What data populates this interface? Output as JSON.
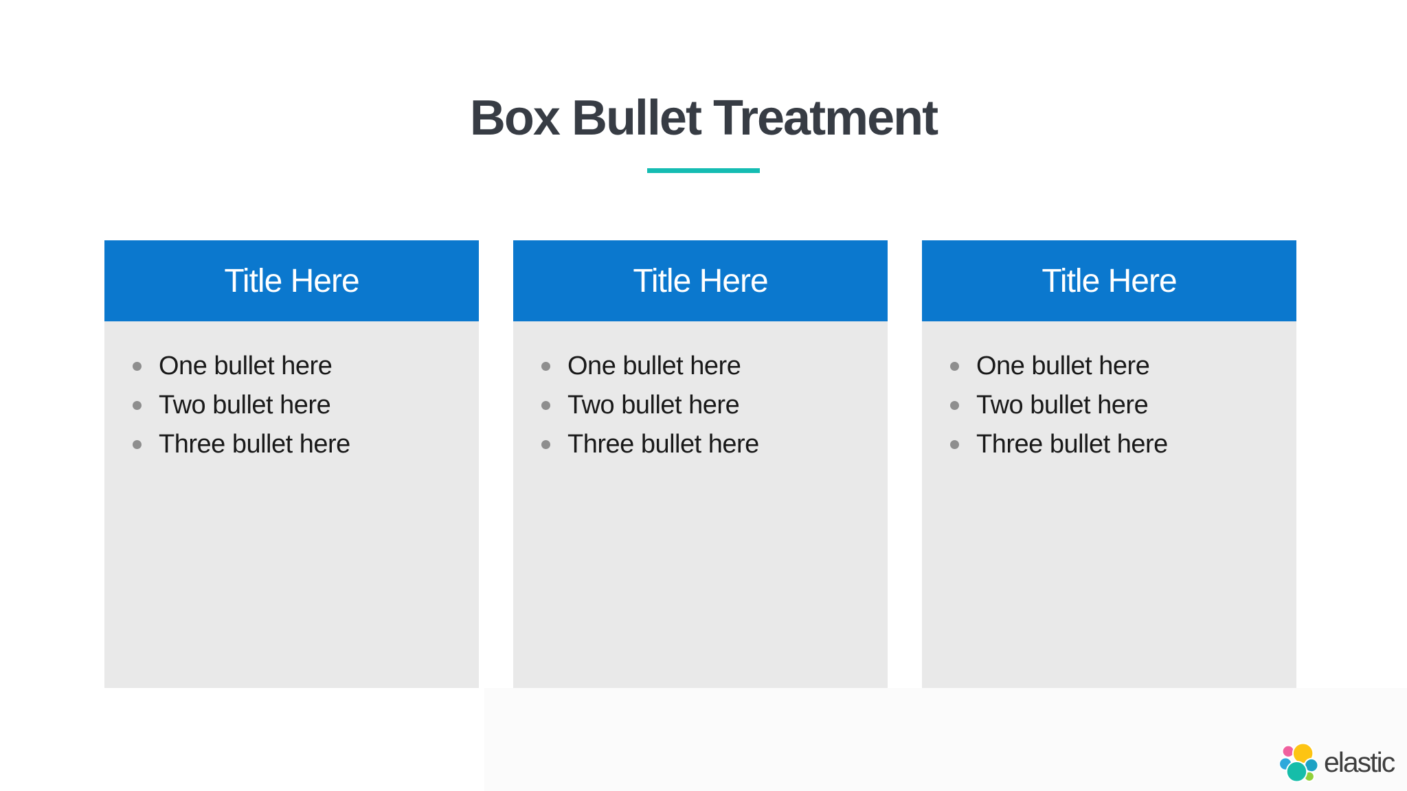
{
  "slide": {
    "title": "Box Bullet Treatment"
  },
  "boxes": [
    {
      "title": "Title Here",
      "bullets": [
        "One bullet here",
        "Two bullet here",
        "Three bullet here"
      ]
    },
    {
      "title": "Title Here",
      "bullets": [
        "One bullet here",
        "Two bullet here",
        "Three bullet here"
      ]
    },
    {
      "title": "Title Here",
      "bullets": [
        "One bullet here",
        "Two bullet here",
        "Three bullet here"
      ]
    }
  ],
  "brand": {
    "wordmark": "elastic",
    "logo_icon": "elastic-cluster-logo-icon"
  },
  "colors": {
    "accent_teal": "#14BCB2",
    "header_blue": "#0B78CE",
    "card_body_gray": "#E9E9E9",
    "title_text": "#373C44",
    "bullet_text": "#191919",
    "bullet_dot": "#8E8E8E",
    "header_text": "#FFFFFF",
    "wordmark_text": "#3E3E3E",
    "logo_pink": "#F0609E",
    "logo_yellow": "#FDC413",
    "logo_light_blue": "#2FA8DB",
    "logo_teal": "#16BDA9",
    "logo_blue": "#1DA2C4",
    "logo_green": "#90D03A"
  }
}
